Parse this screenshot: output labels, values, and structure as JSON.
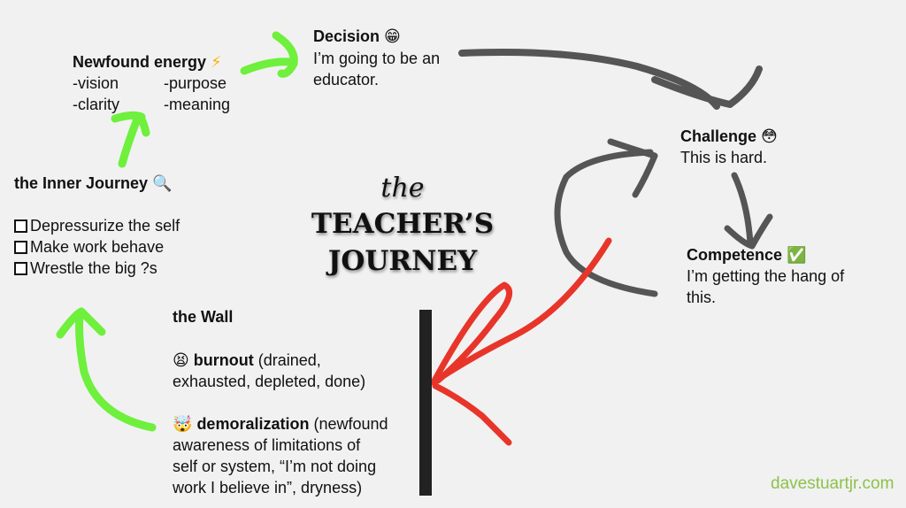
{
  "title": {
    "line1": "the",
    "line2": "TEACHER’S",
    "line3": "JOURNEY"
  },
  "decision": {
    "heading": "Decision",
    "emoji": "😁",
    "lines": [
      "I’m going to be an",
      "educator."
    ]
  },
  "newfound": {
    "heading": "Newfound energy",
    "emoji": "⚡",
    "items": [
      "-vision",
      "-purpose",
      "-clarity",
      "-meaning"
    ]
  },
  "inner": {
    "heading": "the Inner Journey",
    "emoji": "🔍",
    "items": [
      "Depressurize the self",
      "Make work behave",
      "Wrestle the big ?s"
    ]
  },
  "wall": {
    "heading": "the Wall",
    "burnout": {
      "emoji": "😫",
      "term": "burnout",
      "lines": [
        " (drained,",
        "exhausted, depleted, done)"
      ]
    },
    "demoralization": {
      "emoji": "🤯",
      "term": "demoralization",
      "lines": [
        " (newfound",
        "awareness of limitations of",
        "self or system, “I’m not doing",
        "work I believe in”, dryness)"
      ]
    }
  },
  "challenge": {
    "heading": "Challenge",
    "emoji": "😳",
    "lines": [
      "This is hard."
    ]
  },
  "competence": {
    "heading": "Competence",
    "emoji": "✅",
    "lines": [
      "I’m getting the hang of",
      "this."
    ]
  },
  "credit": "davestuartjr.com",
  "colors": {
    "green": "#6ef03c",
    "gray": "#555555",
    "red": "#e8352a",
    "credit": "#8bc34a"
  }
}
